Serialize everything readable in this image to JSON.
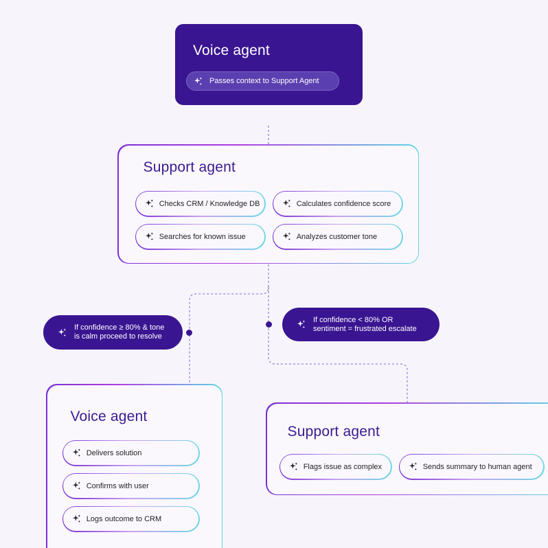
{
  "colors": {
    "primary": "#3a1591",
    "accent": "#7b2fd6",
    "cyan": "#5fd6e6",
    "dashed": "#9b7fe0"
  },
  "icons": {
    "chip_icon": "sparkle-icon"
  },
  "voice_top": {
    "title": "Voice agent",
    "pill": "Passes context to Support Agent"
  },
  "support_mid": {
    "title": "Support agent",
    "chips": [
      "Checks CRM / Knowledge DB",
      "Calculates confidence score",
      "Searches for known issue",
      "Analyzes customer tone"
    ]
  },
  "conditions": {
    "left": {
      "line1": "If confidence ≥ 80% & tone",
      "line2": "is calm proceed to resolve"
    },
    "right": {
      "line1": "If confidence < 80% OR",
      "line2": "sentiment = frustrated escalate"
    }
  },
  "voice_bottom": {
    "title": "Voice agent",
    "chips": [
      "Delivers solution",
      "Confirms with user",
      "Logs outcome to CRM"
    ]
  },
  "support_bottom": {
    "title": "Support agent",
    "chips": [
      "Flags issue as complex",
      "Sends summary to human agent"
    ]
  }
}
